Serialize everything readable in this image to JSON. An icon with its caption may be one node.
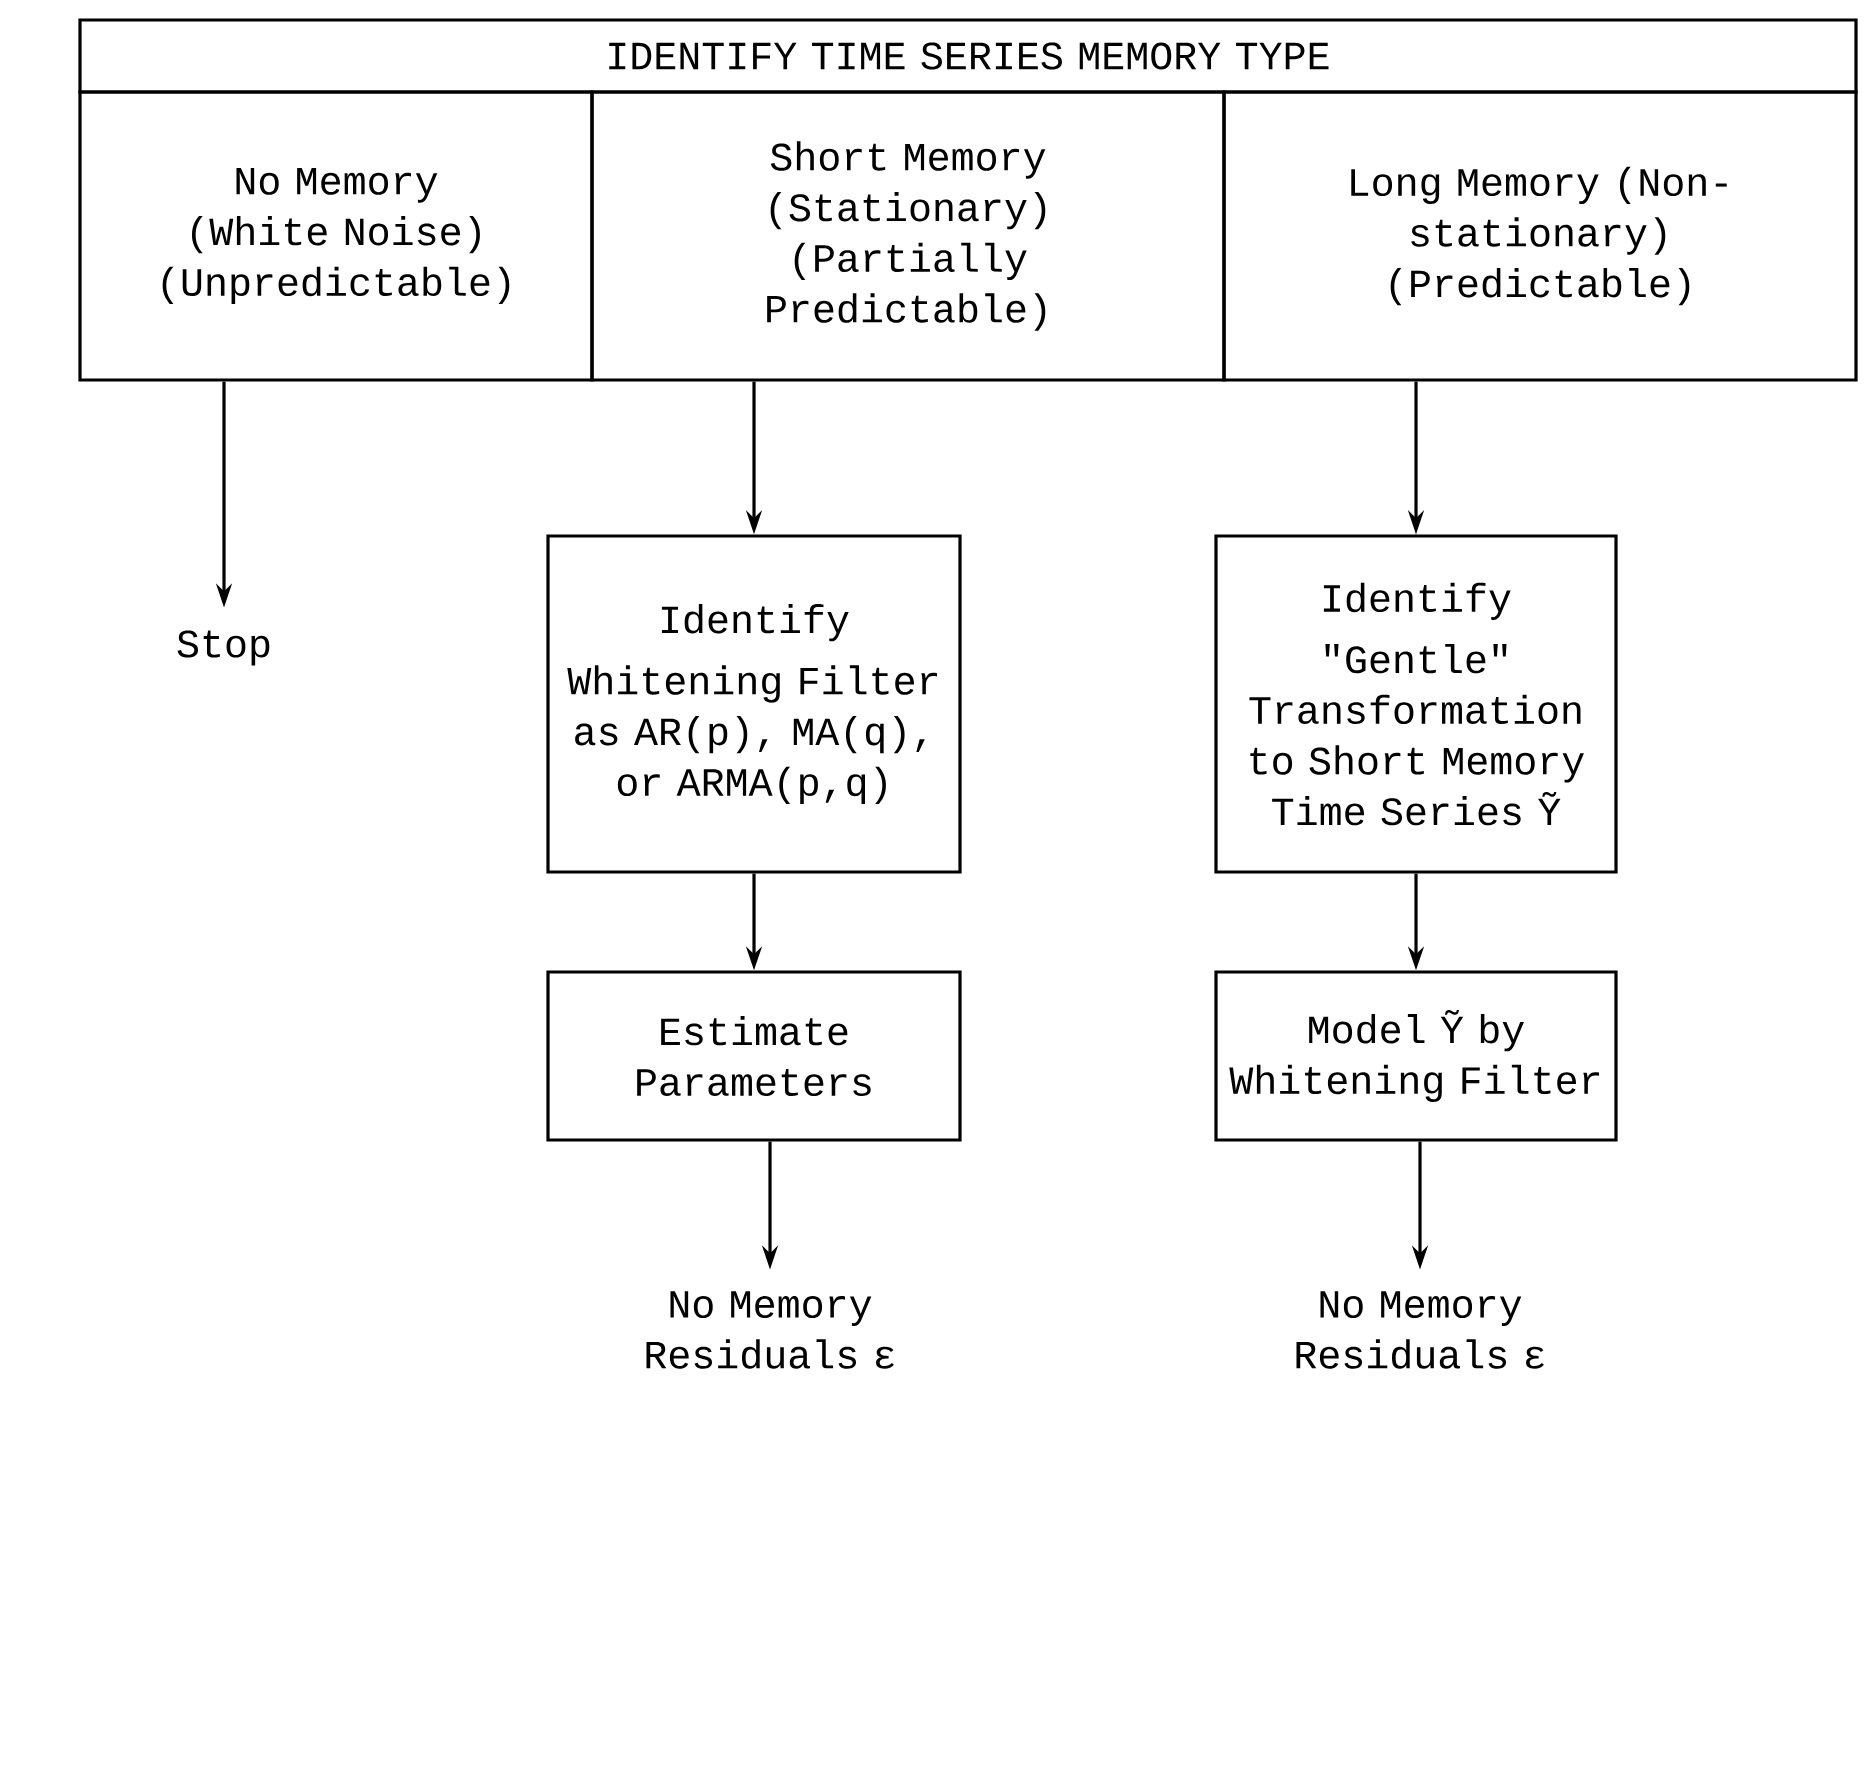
{
  "diagram": {
    "nodes": [
      {
        "text": [
          "IDENTIFY TIME SERIES MEMORY TYPE"
        ]
      },
      {
        "text": [
          "No Memory (White Noise) (Unpredictable)"
        ]
      },
      {
        "text": [
          "Short Memory (Stationary) (Partially Predictable)"
        ]
      },
      {
        "text": [
          "Long Memory (Non-stationary) (Predictable)"
        ]
      },
      {
        "text": [
          "Stop"
        ]
      },
      {
        "text": [
          "Identify",
          "Whitening Filter as AR(p), MA(q), or ARMA(p,q)"
        ]
      },
      {
        "text": [
          "Identify",
          "\"Gentle\" Transformation to Short Memory Time Series Ỹ"
        ]
      },
      {
        "text": [
          "Estimate Parameters"
        ]
      },
      {
        "text": [
          "Model Ỹ by Whitening Filter"
        ]
      },
      {
        "text": [
          "No Memory Residuals ε"
        ]
      },
      {
        "text": [
          "No Memory Residuals ε"
        ]
      }
    ],
    "edges": [
      {
        "from": 1,
        "to": 4,
        "arrow": "to"
      },
      {
        "from": 2,
        "to": 5,
        "arrow": "to"
      },
      {
        "from": 3,
        "to": 6,
        "arrow": "to"
      },
      {
        "from": 5,
        "to": 7,
        "arrow": "to"
      },
      {
        "from": 6,
        "to": 8,
        "arrow": "to"
      },
      {
        "from": 7,
        "to": 9,
        "arrow": "to"
      },
      {
        "from": 8,
        "to": 10,
        "arrow": "to"
      }
    ]
  }
}
